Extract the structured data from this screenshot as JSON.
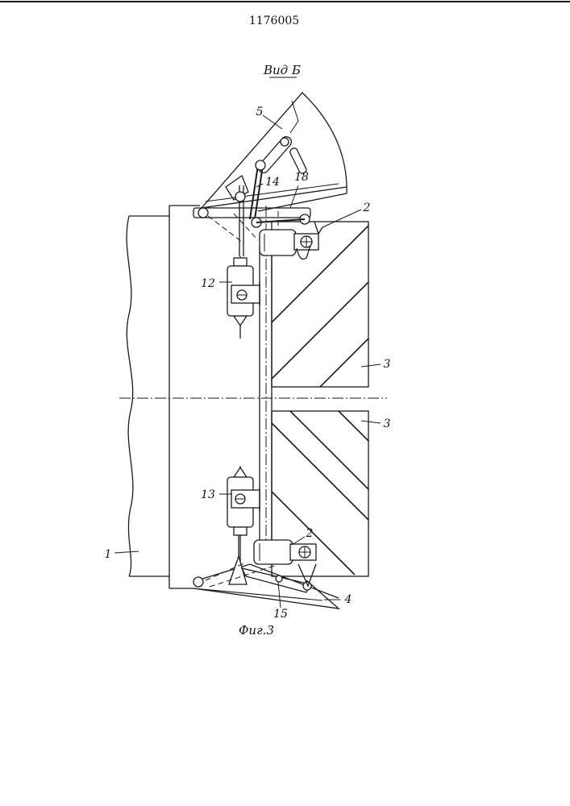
{
  "header": {
    "patent_number": "1176005"
  },
  "view": {
    "title": "Вид Б"
  },
  "figure": {
    "caption": "Фиг.3"
  },
  "callouts": {
    "c1": "1",
    "c2a": "2",
    "c2b": "2",
    "c3a": "3",
    "c3b": "3",
    "c4": "4",
    "c5": "5",
    "c12": "12",
    "c13": "13",
    "c14": "14",
    "c15": "15",
    "c18": "18"
  }
}
